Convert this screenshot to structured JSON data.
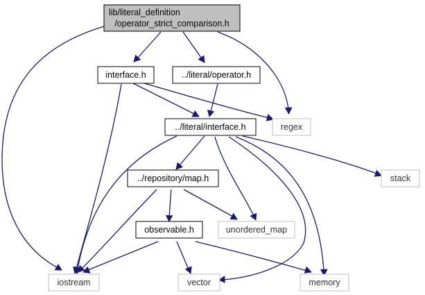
{
  "diagram": {
    "colors": {
      "edge": "#191970",
      "root_fill": "#bfbfbf",
      "node_fill": "#ffffff",
      "node_border": "#000000",
      "external_border": "#bfbfbf"
    },
    "nodes": {
      "root": {
        "lines": [
          "lib/literal_definition",
          "/operator_strict_comparison.h"
        ],
        "kind": "root"
      },
      "interface": {
        "lines": [
          "interface.h"
        ],
        "kind": "local"
      },
      "literal_operator": {
        "lines": [
          "../literal/operator.h"
        ],
        "kind": "local"
      },
      "literal_interface": {
        "lines": [
          "../literal/interface.h"
        ],
        "kind": "local"
      },
      "regex": {
        "lines": [
          "regex"
        ],
        "kind": "external"
      },
      "stack": {
        "lines": [
          "stack"
        ],
        "kind": "external"
      },
      "repository_map": {
        "lines": [
          "../repository/map.h"
        ],
        "kind": "local"
      },
      "unordered_map": {
        "lines": [
          "unordered_map"
        ],
        "kind": "external"
      },
      "observable": {
        "lines": [
          "observable.h"
        ],
        "kind": "local"
      },
      "iostream": {
        "lines": [
          "iostream"
        ],
        "kind": "external"
      },
      "vector": {
        "lines": [
          "vector"
        ],
        "kind": "external"
      },
      "memory": {
        "lines": [
          "memory"
        ],
        "kind": "external"
      }
    },
    "edges": [
      {
        "from": "root",
        "to": "interface"
      },
      {
        "from": "root",
        "to": "literal_operator"
      },
      {
        "from": "root",
        "to": "regex"
      },
      {
        "from": "root",
        "to": "iostream"
      },
      {
        "from": "interface",
        "to": "literal_interface"
      },
      {
        "from": "interface",
        "to": "regex"
      },
      {
        "from": "interface",
        "to": "iostream"
      },
      {
        "from": "literal_operator",
        "to": "literal_interface"
      },
      {
        "from": "literal_interface",
        "to": "repository_map"
      },
      {
        "from": "literal_interface",
        "to": "stack"
      },
      {
        "from": "literal_interface",
        "to": "unordered_map"
      },
      {
        "from": "literal_interface",
        "to": "memory"
      },
      {
        "from": "literal_interface",
        "to": "vector"
      },
      {
        "from": "literal_interface",
        "to": "iostream"
      },
      {
        "from": "repository_map",
        "to": "observable"
      },
      {
        "from": "repository_map",
        "to": "unordered_map"
      },
      {
        "from": "repository_map",
        "to": "iostream"
      },
      {
        "from": "observable",
        "to": "iostream"
      },
      {
        "from": "observable",
        "to": "vector"
      },
      {
        "from": "observable",
        "to": "memory"
      }
    ]
  }
}
